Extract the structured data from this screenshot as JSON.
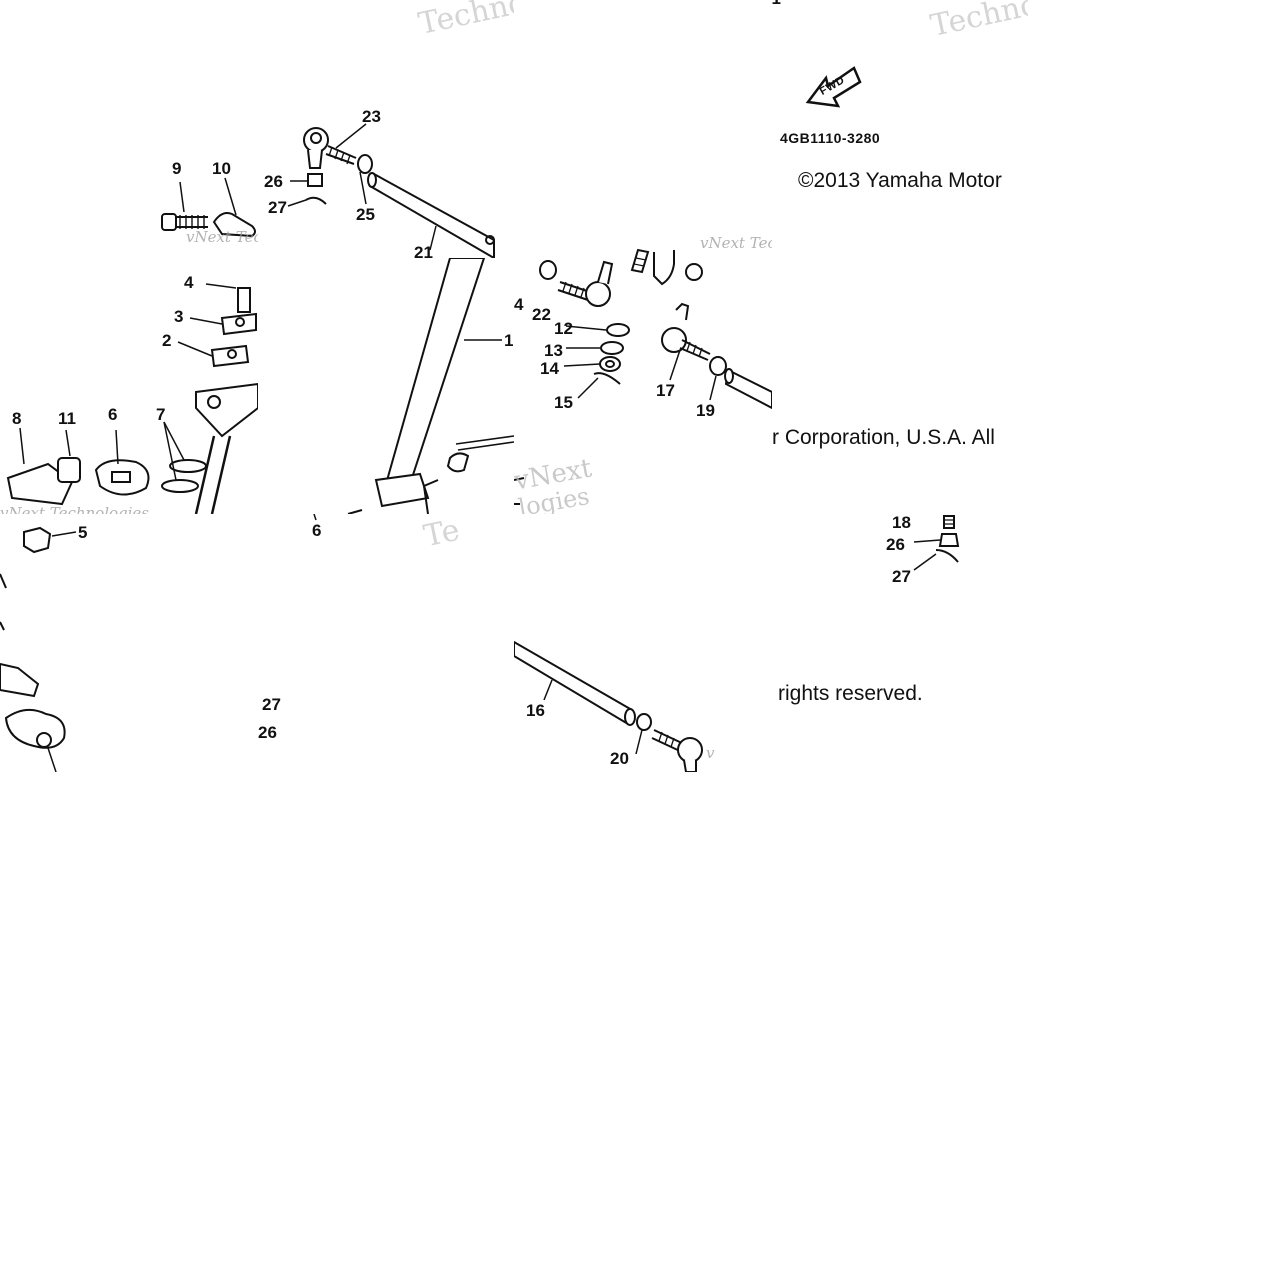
{
  "diagram": {
    "part_code": "4GB1110-3280",
    "copyright_1": "©2013 Yamaha Motor",
    "copyright_2": "r Corporation, U.S.A. All",
    "copyright_3": "rights reserved.",
    "fwd_label": "FWD",
    "watermark_big": "Techno",
    "watermark_small": "vNext Technologies",
    "watermark_next": "vNext",
    "watermark_logies": "logies",
    "watermark_te": "Te",
    "watermark_v": "v"
  },
  "callouts": {
    "c21a": "21",
    "c2": "2",
    "c23": "23",
    "c26a": "26",
    "c27a": "27",
    "c25": "25",
    "c9": "9",
    "c10": "10",
    "c21b": "21",
    "c4a": "4",
    "c3": "3",
    "c2b": "2",
    "c1": "1",
    "c8": "8",
    "c11": "11",
    "c6a": "6",
    "c7": "7",
    "c4b": "4",
    "c22": "22",
    "c12": "12",
    "c13": "13",
    "c14": "14",
    "c15": "15",
    "c17": "17",
    "c19": "19",
    "c5": "5",
    "c6b": "6",
    "c27b": "27",
    "c26b": "26",
    "c18": "18",
    "c26c": "26",
    "c27c": "27",
    "c16": "16",
    "c20": "20"
  }
}
